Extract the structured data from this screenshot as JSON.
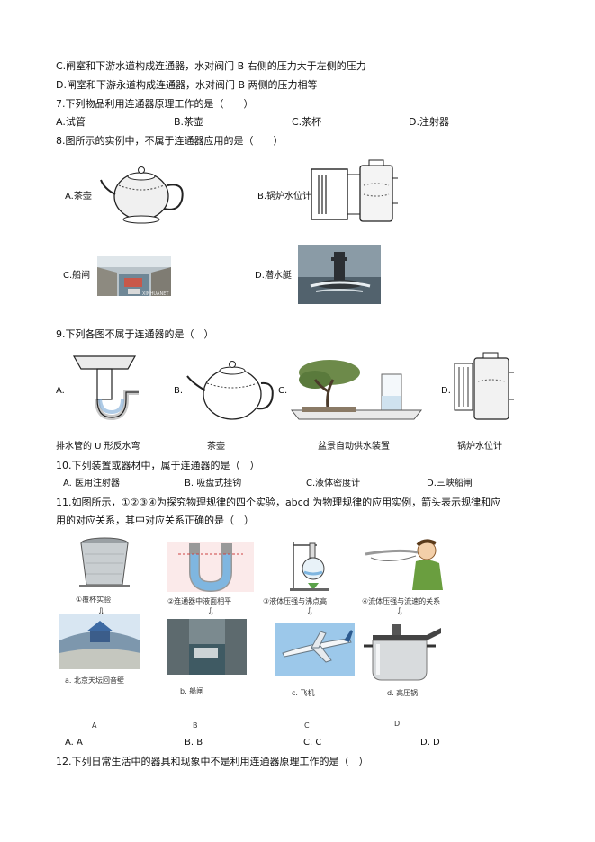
{
  "q6": {
    "optC": "C.闸室和下游水道构成连通器，水对阀门 B 右侧的压力大于左侧的压力",
    "optD": "D.闸室和下游永道构成连通器，水对阀门 B 两侧的压力相等"
  },
  "q7": {
    "stem": "7.下列物品利用连通器原理工作的是（　　）",
    "options": [
      "A.试管",
      "B.茶壶",
      "C.茶杯",
      "D.注射器"
    ]
  },
  "q8": {
    "stem": "8.图所示的实例中，不属于连通器应用的是（　　）",
    "labels": [
      "A.茶壶",
      "B.锅炉水位计",
      "C.船闸",
      "D.潜水艇"
    ],
    "watermark": "XINHUANET"
  },
  "q9": {
    "stem": "9.下列各图不属于连通器的是（　）",
    "letters": [
      "A.",
      "B.",
      "C.",
      "D."
    ],
    "captions": [
      "排水管的 U 形反水弯",
      "茶壶",
      "盆景自动供水装置",
      "锅炉水位计"
    ]
  },
  "q10": {
    "stem": "10.下列装置或器材中，属于连通器的是（　）",
    "options": [
      "A. 医用注射器",
      "B. 吸盘式挂钩",
      "C.液体密度计",
      "D.三峡船闸"
    ]
  },
  "q11": {
    "stem_line1": "11.如图所示，①②③④为探究物理规律的四个实验，abcd 为物理规律的应用实例，箭头表示规律和应",
    "stem_line2": "用的对应关系，其中对应关系正确的是（　）",
    "exp_captions": [
      "①覆杯实验",
      "②连通器中液面相平",
      "③液体压强与沸点高",
      "④流体压强与流速的关系"
    ],
    "app_captions": [
      "a. 北京天坛回音壁",
      "b. 船闸",
      "c. 飞机",
      "d. 高压锅"
    ],
    "letters": [
      "A",
      "B",
      "C",
      "D"
    ],
    "options": [
      "A. A",
      "B. B",
      "C. C",
      "D. D"
    ]
  },
  "q12": {
    "stem": "12.下列日常生活中的器具和现象中不是利用连通器原理工作的是（　）"
  }
}
